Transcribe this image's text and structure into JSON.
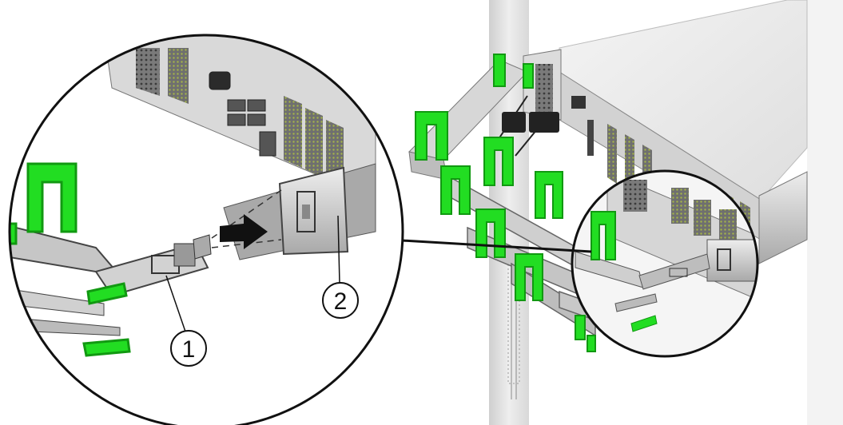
{
  "callouts": [
    {
      "label": "1",
      "name": "cma-connector"
    },
    {
      "label": "2",
      "name": "slide-rail-connector"
    }
  ],
  "colors": {
    "accent_green": "#22dd22",
    "dark_green": "#119911",
    "metal_light": "#e4e4e4",
    "metal_mid": "#b9b9b9",
    "metal_dark": "#6e6e6e",
    "outline": "#1a1a1a"
  },
  "icons": [
    "arrow-icon"
  ]
}
